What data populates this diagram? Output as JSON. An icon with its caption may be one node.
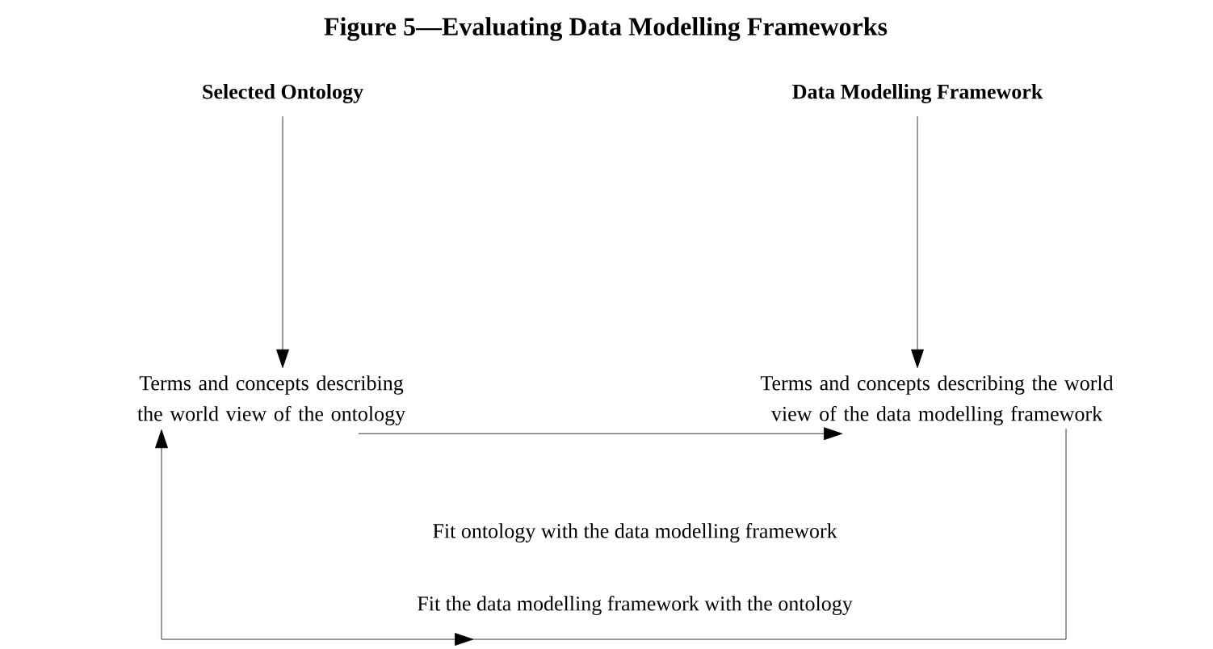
{
  "diagram": {
    "title": "Figure 5—Evaluating Data Modelling Frameworks",
    "nodes": [
      {
        "text": [
          "Selected Ontology"
        ]
      },
      {
        "text": [
          "Data Modelling Framework"
        ]
      },
      {
        "text": [
          "Terms and concepts describing the world view of the ontology"
        ]
      },
      {
        "text": [
          "Terms and concepts describing the world view of the data modelling framework"
        ]
      }
    ],
    "edges": [
      {
        "from": 0,
        "to": 2,
        "arrow": "to"
      },
      {
        "from": 1,
        "to": 3,
        "arrow": "to"
      },
      {
        "from": 2,
        "to": 3,
        "arrow": "to",
        "label": "Fit ontology with the data modelling framework"
      },
      {
        "from": 3,
        "to": 2,
        "arrow": "to",
        "label": "Fit the data modelling framework with the ontology"
      }
    ]
  }
}
